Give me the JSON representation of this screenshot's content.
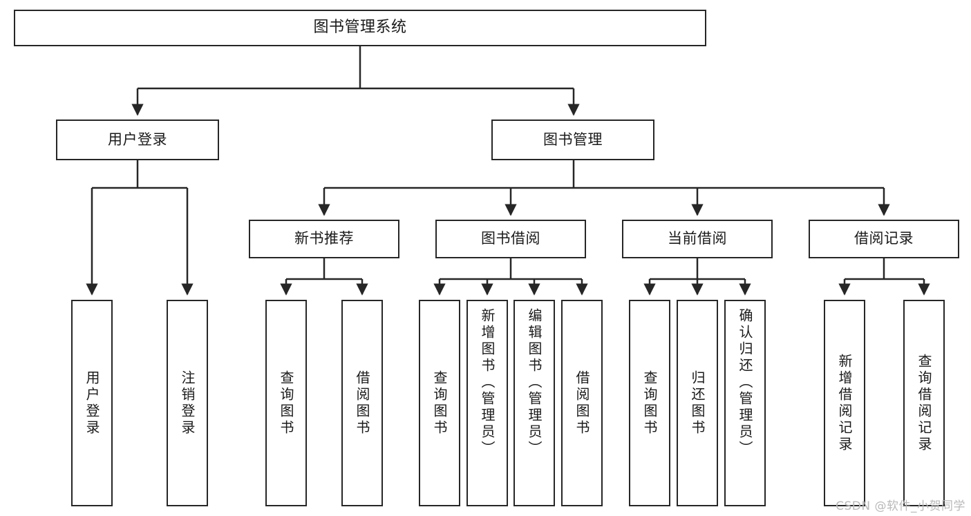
{
  "diagram": {
    "type": "tree",
    "title": "图书管理系统",
    "watermark": "CSDN @软件_小贺同学",
    "root": {
      "label": "图书管理系统"
    },
    "level2": [
      {
        "label": "用户登录"
      },
      {
        "label": "图书管理"
      }
    ],
    "level3": [
      {
        "label": "新书推荐"
      },
      {
        "label": "图书借阅"
      },
      {
        "label": "当前借阅"
      },
      {
        "label": "借阅记录"
      }
    ],
    "leaves": {
      "user_login": [
        {
          "label": "用户登录"
        },
        {
          "label": "注销登录"
        }
      ],
      "new_book_recommend": [
        {
          "label": "查询图书"
        },
        {
          "label": "借阅图书"
        }
      ],
      "book_borrow": [
        {
          "label": "查询图书"
        },
        {
          "label": "新增图书（管理员）"
        },
        {
          "label": "编辑图书（管理员）"
        },
        {
          "label": "借阅图书"
        }
      ],
      "current_borrow": [
        {
          "label": "查询图书"
        },
        {
          "label": "归还图书"
        },
        {
          "label": "确认归还（管理员）"
        }
      ],
      "borrow_records": [
        {
          "label": "新增借阅记录"
        },
        {
          "label": "查询借阅记录"
        }
      ]
    },
    "colors": {
      "stroke": "#262626",
      "fill": "#ffffff",
      "text": "#1a1a1a",
      "watermark": "#b9b9b9"
    }
  }
}
